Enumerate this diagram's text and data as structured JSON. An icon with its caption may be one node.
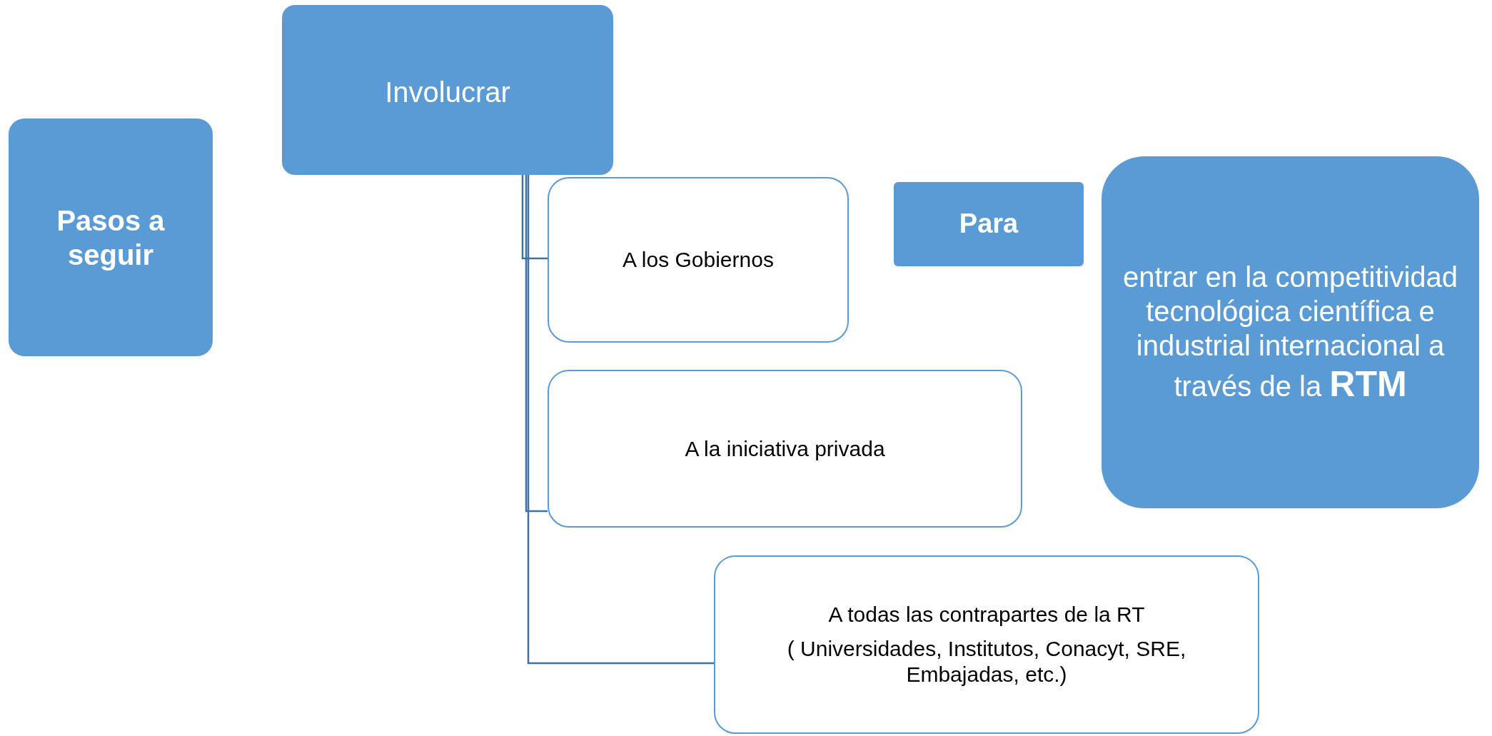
{
  "diagram": {
    "nodes": [
      {
        "text": [
          "Pasos a seguir"
        ]
      },
      {
        "text": [
          "Involucrar"
        ]
      },
      {
        "text": [
          "A los Gobiernos"
        ]
      },
      {
        "text": [
          "A la iniciativa privada"
        ]
      },
      {
        "text": [
          "A todas las contrapartes de la RT",
          "( Universidades, Institutos, Conacyt, SRE, Embajadas, etc.)"
        ]
      },
      {
        "text": [
          "Para"
        ]
      },
      {
        "text": [
          "entrar en la competitividad tecnológica científica e industrial internacional a través de la **RTM**"
        ]
      }
    ],
    "edges": [
      {
        "from": 1,
        "to": 2,
        "arrow": "none"
      },
      {
        "from": 1,
        "to": 3,
        "arrow": "none"
      },
      {
        "from": 1,
        "to": 4,
        "arrow": "none"
      }
    ]
  }
}
